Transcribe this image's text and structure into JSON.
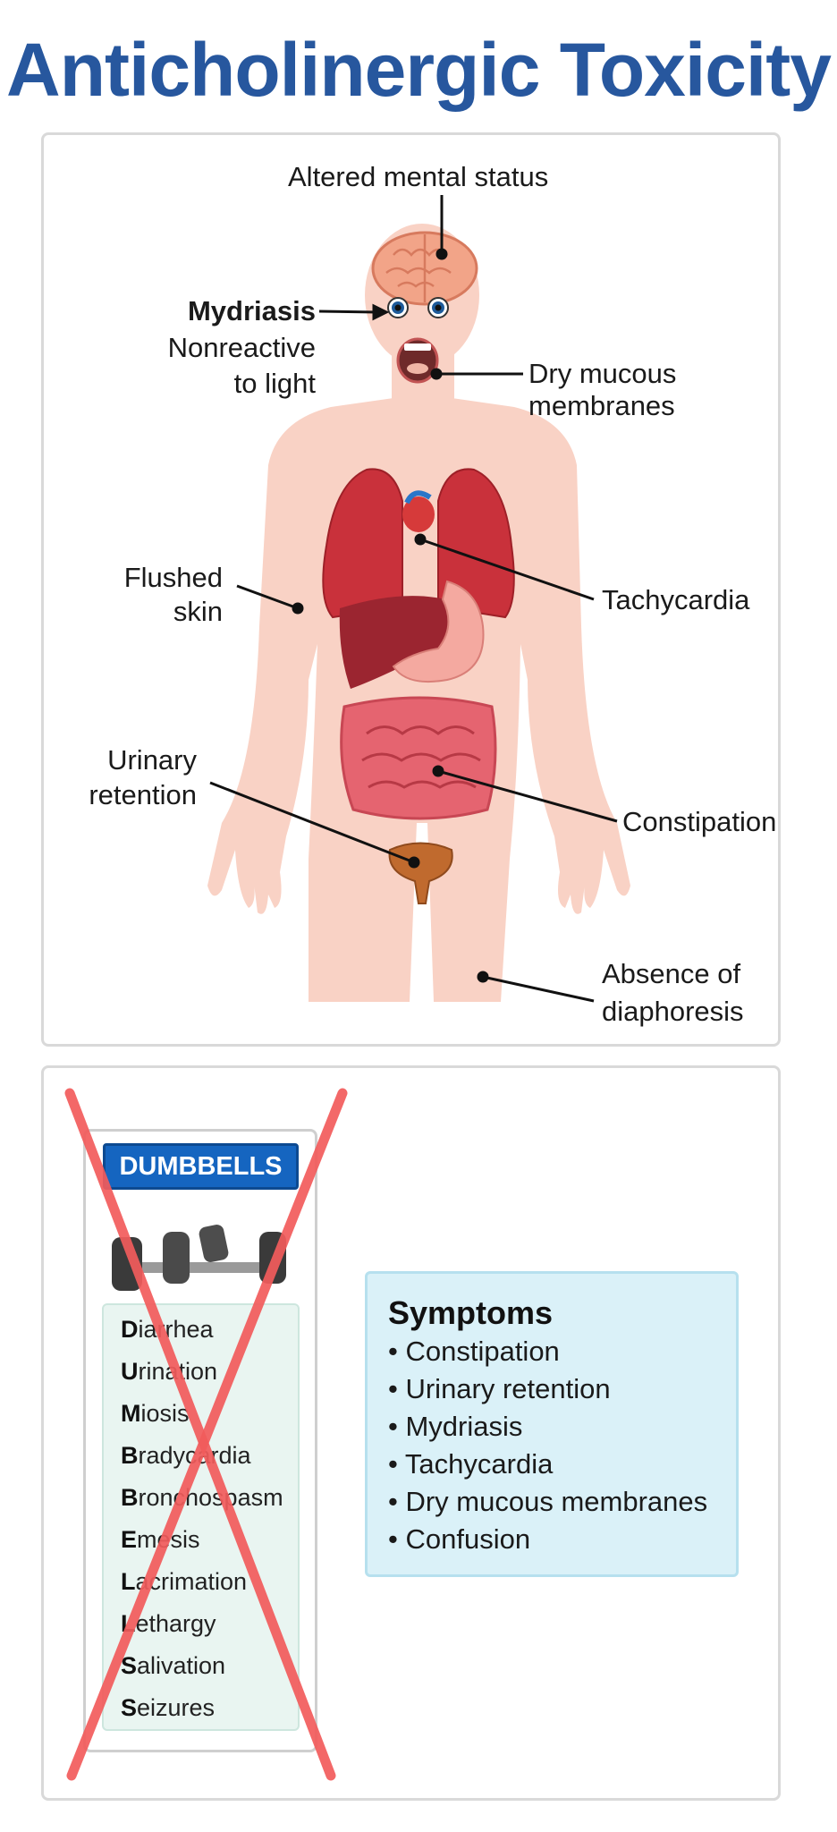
{
  "title": "Anticholinergic Toxicity",
  "labels": {
    "altered_mental_status": "Altered mental status",
    "mydriasis": "Mydriasis",
    "nonreactive_line1": "Nonreactive",
    "nonreactive_line2": "to light",
    "dry_mucous_line1": "Dry mucous",
    "dry_mucous_line2": "membranes",
    "flushed_line1": "Flushed",
    "flushed_line2": "skin",
    "tachycardia": "Tachycardia",
    "urinary_line1": "Urinary",
    "urinary_line2": "retention",
    "constipation": "Constipation",
    "absence_line1": "Absence of",
    "absence_line2": "diaphoresis"
  },
  "dumbbells": {
    "title": "DUMBBELLS",
    "items": [
      {
        "letter": "D",
        "rest": "iarrhea"
      },
      {
        "letter": "U",
        "rest": "rination"
      },
      {
        "letter": "M",
        "rest": "iosis"
      },
      {
        "letter": "B",
        "rest": "radycardia"
      },
      {
        "letter": "B",
        "rest": "ronchospasm"
      },
      {
        "letter": "E",
        "rest": "mesis"
      },
      {
        "letter": "L",
        "rest": "acrimation"
      },
      {
        "letter": "L",
        "rest": "ethargy"
      },
      {
        "letter": "S",
        "rest": "alivation"
      },
      {
        "letter": "S",
        "rest": "eizures"
      }
    ]
  },
  "symptoms": {
    "title": "Symptoms",
    "items": [
      "• Constipation",
      "• Urinary retention",
      "• Mydriasis",
      "• Tachycardia",
      "• Dry mucous membranes",
      "• Confusion"
    ]
  },
  "colors": {
    "title": "#27579e",
    "skin": "#f9d2c5",
    "organ_red": "#c9313b",
    "cross": "#f25c5c",
    "symptoms_bg": "#daf1f8",
    "mnemonic_bg": "#e9f5f1",
    "dumbbells_header": "#1565c0"
  }
}
